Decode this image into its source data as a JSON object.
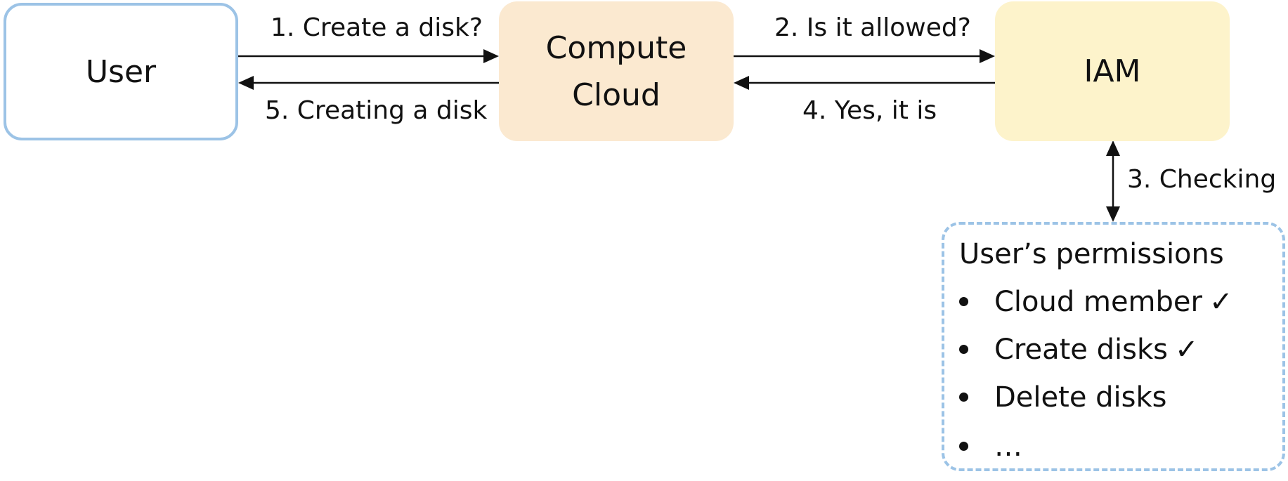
{
  "nodes": {
    "user": "User",
    "compute": "Compute\nCloud",
    "iam": "IAM"
  },
  "edges": {
    "step1": "1. Create a disk?",
    "step2": "2. Is it allowed?",
    "step3": "3. Checking",
    "step4": "4. Yes, it is",
    "step5": "5. Creating a disk"
  },
  "permissions": {
    "title": "User’s permissions",
    "items": [
      {
        "label": "Cloud member",
        "checked": "✓"
      },
      {
        "label": "Create disks",
        "checked": "✓"
      },
      {
        "label": "Delete disks",
        "checked": ""
      },
      {
        "label": "…",
        "checked": ""
      }
    ]
  },
  "colors": {
    "user_border": "#9cc3e6",
    "compute_fill": "#fbe9d0",
    "iam_fill": "#fdf3cb",
    "permissions_border": "#9cc3e6"
  }
}
